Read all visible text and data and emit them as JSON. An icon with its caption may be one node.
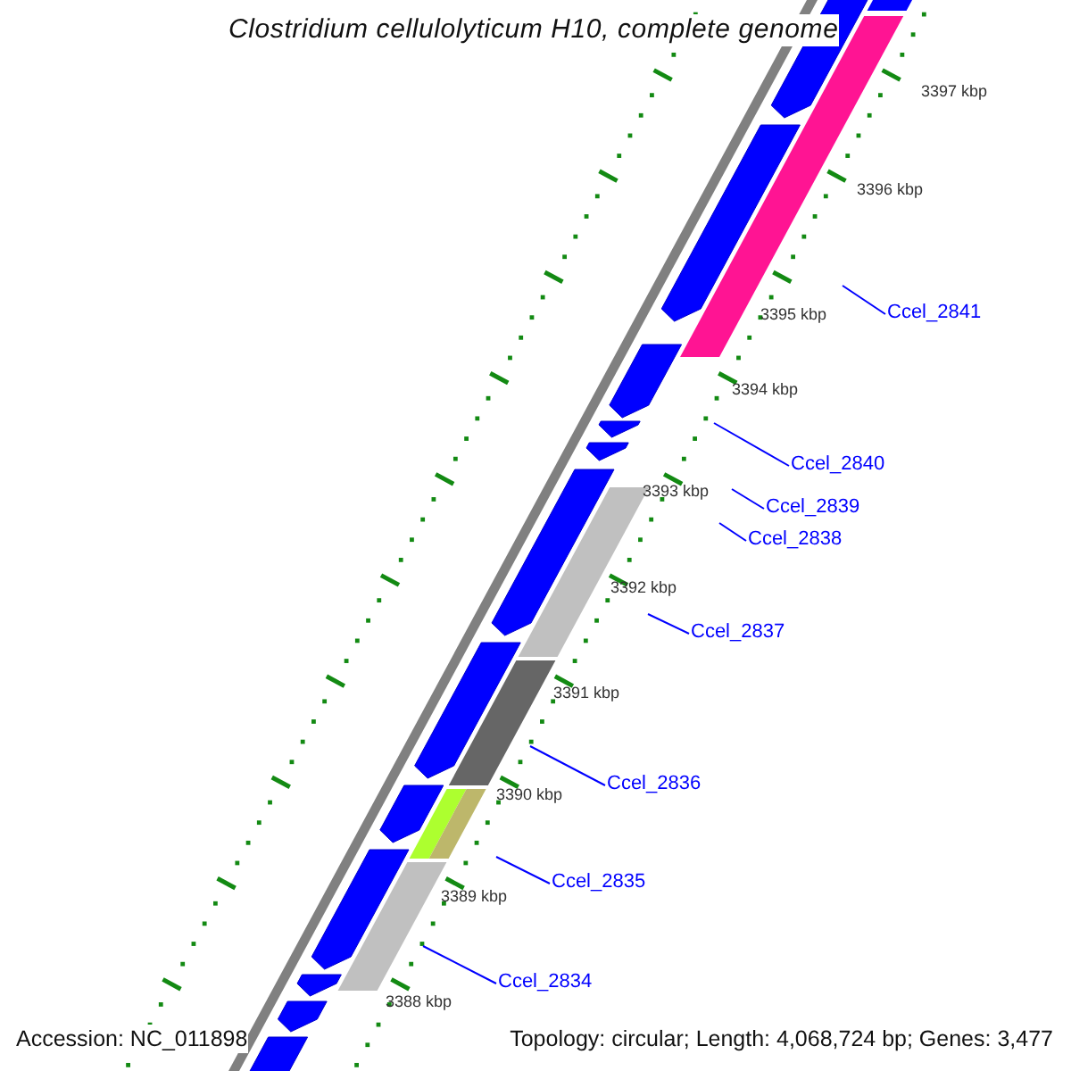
{
  "diagram": {
    "title": "Clostridium cellulolyticum H10, complete genome",
    "nodes": [
      {
        "text": [
          "Ccel_2841"
        ]
      },
      {
        "text": [
          "Ccel_2840"
        ]
      },
      {
        "text": [
          "Ccel_2839"
        ]
      },
      {
        "text": [
          "Ccel_2838"
        ]
      },
      {
        "text": [
          "Ccel_2837"
        ]
      },
      {
        "text": [
          "Ccel_2836"
        ]
      },
      {
        "text": [
          "Ccel_2835"
        ]
      },
      {
        "text": [
          "Ccel_2834"
        ]
      }
    ],
    "edges": [
      {
        "from": 0,
        "to": null,
        "arrow": "none"
      },
      {
        "from": 1,
        "to": null,
        "arrow": "none"
      },
      {
        "from": 2,
        "to": null,
        "arrow": "none"
      },
      {
        "from": 3,
        "to": null,
        "arrow": "none"
      },
      {
        "from": 4,
        "to": null,
        "arrow": "none"
      },
      {
        "from": 5,
        "to": null,
        "arrow": "none"
      },
      {
        "from": 6,
        "to": null,
        "arrow": "none"
      },
      {
        "from": 7,
        "to": null,
        "arrow": "none"
      }
    ],
    "labels": [
      "3397 kbp",
      "3396 kbp",
      "3395 kbp",
      "3394 kbp",
      "3393 kbp",
      "3392 kbp",
      "3391 kbp",
      "3390 kbp",
      "3389 kbp",
      "3388 kbp",
      "Accession: NC_011898",
      "Topology: circular; Length: 4,068,724 bp; Genes: 3,477"
    ]
  }
}
